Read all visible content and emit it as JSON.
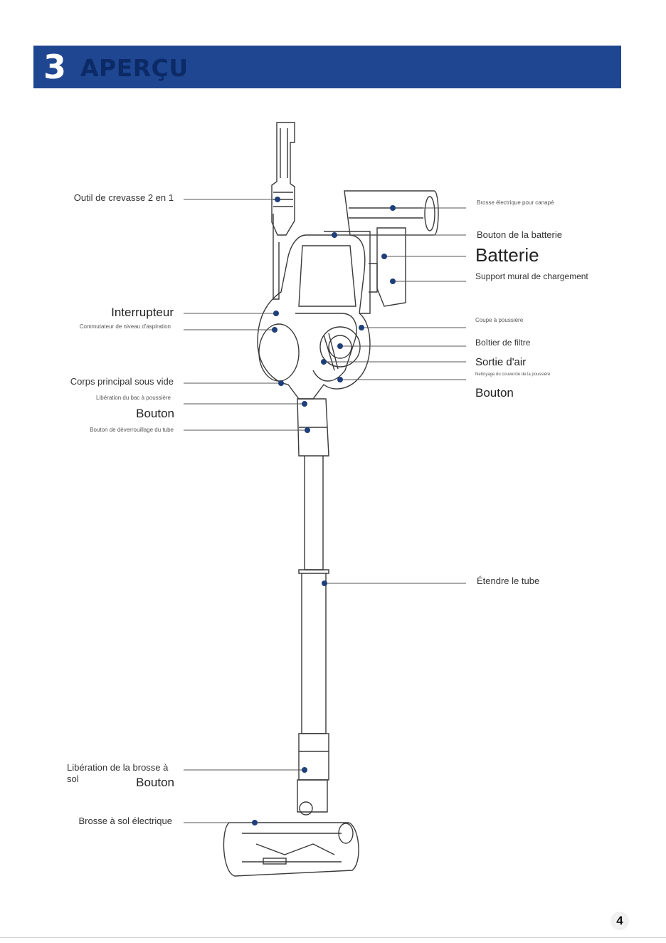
{
  "header": {
    "number": "3",
    "title": "APERÇU"
  },
  "labels": {
    "crevice_tool": "Outil de crevasse 2 en 1",
    "switch": "Interrupteur",
    "suction_switch": "Commutateur de niveau d'aspiration",
    "main_body": "Corps principal sous vide",
    "dust_bin_release": "Libération du bac à poussière",
    "dust_bin_release_button": "Bouton",
    "tube_release": "Bouton de déverrouillage du tube",
    "floor_brush_release": "Libération de la brosse à",
    "floor_brush_release_2": "sol",
    "floor_brush_release_button": "Bouton",
    "floor_brush": "Brosse à sol électrique",
    "sofa_brush": "Brosse électrique pour canapé",
    "battery_button": "Bouton de la batterie",
    "battery": "Batterie",
    "wall_mount": "Support mural de charge­ment",
    "dust_cup": "Coupe à poussière",
    "filter_box": "Boîtier de filtre",
    "air_outlet": "Sortie d'air",
    "dust_cup_cleaning": "Nettoyage du couvercle de la poussière",
    "dust_cup_button": "Bouton",
    "extend_tube": "Étendre le tube"
  },
  "page_number": "4",
  "colors": {
    "header_bg": "#1f4690",
    "header_title": "#0c2a66",
    "callout_dot": "#1f3f7a",
    "line": "#555555"
  }
}
